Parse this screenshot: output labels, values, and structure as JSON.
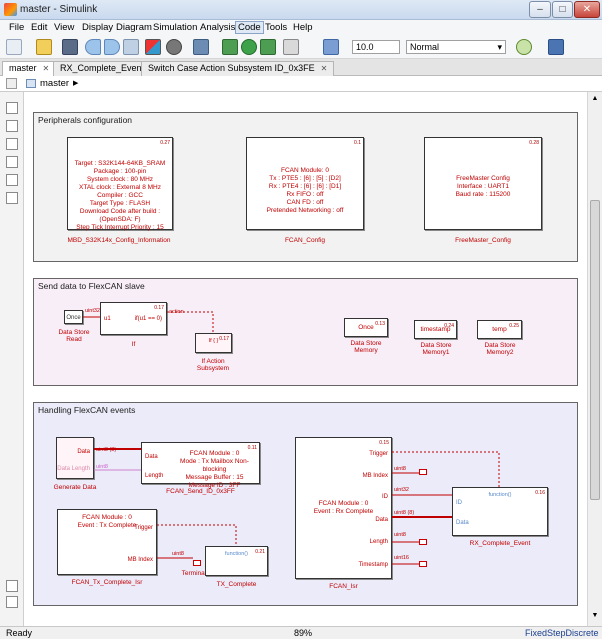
{
  "window": {
    "title": "master - Simulink",
    "min": "–",
    "max": "□",
    "close": "✕"
  },
  "menu": [
    "File",
    "Edit",
    "View",
    "Display",
    "Diagram",
    "Simulation",
    "Analysis",
    "Code",
    "Tools",
    "Help"
  ],
  "toolbar": {
    "stop_time": "10.0",
    "sim_mode": "Normal"
  },
  "tabs": [
    {
      "label": "master",
      "close": "✕"
    },
    {
      "label": "RX_Complete_Event",
      "close": "✕"
    },
    {
      "label": "Switch Case Action Subsystem ID_0x3FE",
      "close": "✕"
    }
  ],
  "breadcrumb": {
    "root": "master",
    "arrow": "▶"
  },
  "areas": {
    "peripherals": "Peripherals configuration",
    "send": "Send data to FlexCAN slave",
    "handling": "Handling FlexCAN events"
  },
  "blocks": {
    "mbd_config": {
      "num": "0.27",
      "lines": [
        "Target : S32K144-64KB_SRAM",
        "Package : 100-pin",
        "System clock : 80 MHz",
        "XTAL clock : External 8 MHz",
        "Compiler : GCC",
        "Target Type : FLASH",
        "Download Code after build : (OpenSDA: F)",
        "Step Tick Interrupt Priority : 15"
      ],
      "label": "MBD_S32K14x_Config_Information"
    },
    "fcan_config": {
      "num": "0.1",
      "lines": [
        "FCAN Module: 0",
        "Tx : PTE5 : [6] : [5] : [D2]",
        "Rx : PTE4 : [6] : [6] : [D1]",
        "Rx FIFO : off",
        "CAN FD : off",
        "Pretended Networking : off"
      ],
      "label": "FCAN_Config"
    },
    "freemaster_config": {
      "num": "0.28",
      "lines": [
        "FreeMaster Config",
        "Interface : UART1",
        "Baud rate : 115200"
      ],
      "label": "FreeMaster_Config"
    },
    "ds_read": {
      "text": "Once",
      "label": "Data Store\nRead",
      "sig": "uint32"
    },
    "if_block": {
      "num": "0.17",
      "port_in": "u1",
      "cond": "if(u1 == 0)",
      "sig": "action",
      "label": "If"
    },
    "if_action": {
      "num": "0.17",
      "text": "If { }",
      "label": "If Action\nSubsystem"
    },
    "dsm_once": {
      "num": "0.13",
      "text": "Once",
      "label": "Data Store\nMemory"
    },
    "dsm_timestamp": {
      "num": "0.24",
      "text": "timestamp",
      "label": "Data Store\nMemory1"
    },
    "dsm_temp": {
      "num": "0.25",
      "text": "temp",
      "label": "Data Store\nMemory2"
    },
    "gen_data": {
      "port_data": "Data",
      "port_len": "Data Length",
      "label": "Generate Data",
      "sig_data": "uint8 (8)",
      "sig_len": "uint8"
    },
    "fcan_send": {
      "num": "0.11",
      "port_data": "Data",
      "port_len": "Length",
      "lines": [
        "FCAN Module : 0",
        "Mode : Tx Mailbox Non-blocking",
        "Message Buffer : 15",
        "Message ID : 3FF"
      ],
      "label": "FCAN_Send_ID_0x3FF"
    },
    "tx_isr": {
      "lines": [
        "FCAN Module : 0",
        "Event : Tx Complete"
      ],
      "port_trig": "Trigger",
      "port_mb": "MB Index",
      "label": "FCAN_Tx_Complete_Isr",
      "sig": "uint8"
    },
    "terminator": {
      "label": "Terminator"
    },
    "tx_complete": {
      "num": "0.21",
      "text": "function()",
      "label": "TX_Complete"
    },
    "fcan_isr": {
      "num": "0.15",
      "lines": [
        "FCAN Module : 0",
        "Event : Rx Complete"
      ],
      "ports": [
        "Trigger",
        "MB Index",
        "ID",
        "Data",
        "Length",
        "Timestamp"
      ],
      "sigs": [
        "uint8",
        "uint32",
        "uint8 (8)",
        "uint8",
        "uint16"
      ],
      "label": "FCAN_Isr"
    },
    "rx_event": {
      "num": "0.16",
      "text": "function()",
      "port_id": "ID",
      "port_data": "Data",
      "label": "RX_Complete_Event"
    }
  },
  "status": {
    "left": "Ready",
    "zoom": "89%",
    "solver": "FixedStepDiscrete"
  }
}
